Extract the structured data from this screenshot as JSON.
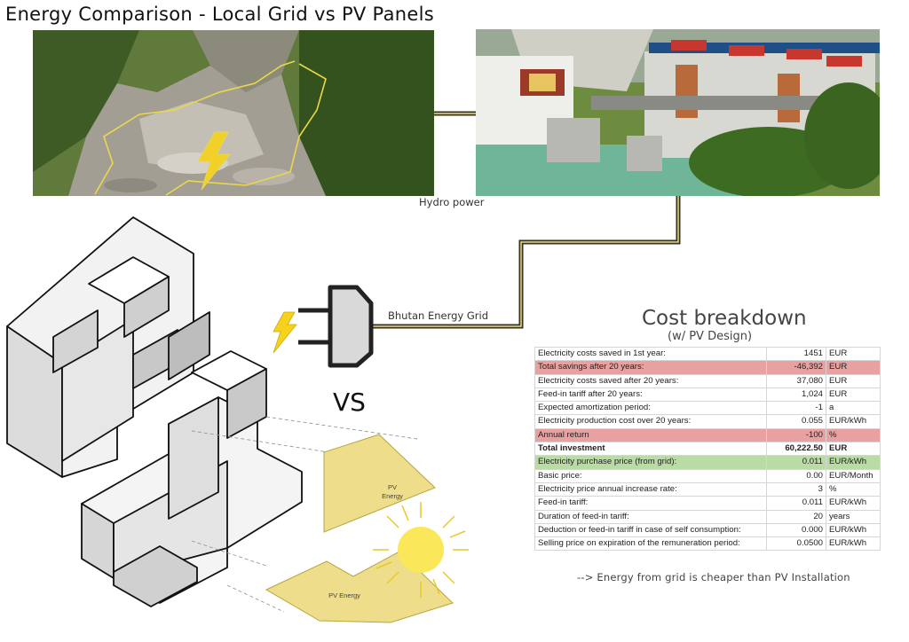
{
  "title": "Energy Comparison - Local Grid vs PV Panels",
  "hydro_caption": "Hydro power",
  "grid_caption": "Bhutan Energy Grid",
  "vs_label": "VS",
  "pv_label_upper_1": "PV",
  "pv_label_upper_2": "Energy",
  "pv_label_lower": "PV Energy",
  "cost": {
    "title": "Cost breakdown",
    "subtitle": "(w/ PV Design)",
    "rows": [
      {
        "label": "Electricity costs saved in 1st year:",
        "value": "1451",
        "unit": "EUR",
        "style": ""
      },
      {
        "label": "Total savings after 20 years:",
        "value": "-46,392",
        "unit": "EUR",
        "style": "red"
      },
      {
        "label": "Electricity costs saved after 20 years:",
        "value": "37,080",
        "unit": "EUR",
        "style": ""
      },
      {
        "label": "Feed-in tariff after 20 years:",
        "value": "1,024",
        "unit": "EUR",
        "style": ""
      },
      {
        "label": "Expected amortization period:",
        "value": "-1",
        "unit": "a",
        "style": ""
      },
      {
        "label": "Electricity production cost over 20 years:",
        "value": "0.055",
        "unit": "EUR/kWh",
        "style": ""
      },
      {
        "label": "Annual return",
        "value": "-100",
        "unit": "%",
        "style": "red"
      },
      {
        "label": "Total investment",
        "value": "60,222.50",
        "unit": "EUR",
        "style": "bold"
      },
      {
        "label": "Electricity purchase price (from grid):",
        "value": "0.011",
        "unit": "EUR/kWh",
        "style": "green"
      },
      {
        "label": "Basic price:",
        "value": "0.00",
        "unit": "EUR/Month",
        "style": ""
      },
      {
        "label": "Electricity price annual increase rate:",
        "value": "3",
        "unit": "%",
        "style": ""
      },
      {
        "label": "Feed-in tariff:",
        "value": "0.011",
        "unit": "EUR/kWh",
        "style": ""
      },
      {
        "label": "Duration of feed-in tariff:",
        "value": "20",
        "unit": "years",
        "style": ""
      },
      {
        "label": "Deduction or feed-in tariff in case of self consumption:",
        "value": "0.000",
        "unit": "EUR/kWh",
        "style": ""
      },
      {
        "label": "Selling price on expiration of the remuneration period:",
        "value": "0.0500",
        "unit": "EUR/kWh",
        "style": ""
      }
    ]
  },
  "conclusion": "--> Energy from grid is cheaper than PV Installation",
  "colors": {
    "highlight_red": "#e9a0a0",
    "highlight_green": "#b8dca4",
    "pv_yellow": "#eedd8a",
    "sun_yellow": "#fbe85a",
    "lightning_yellow": "#f6d21c",
    "cable": "#3a3318"
  },
  "icons": [
    "lightning-icon",
    "plug-icon",
    "sun-icon"
  ]
}
